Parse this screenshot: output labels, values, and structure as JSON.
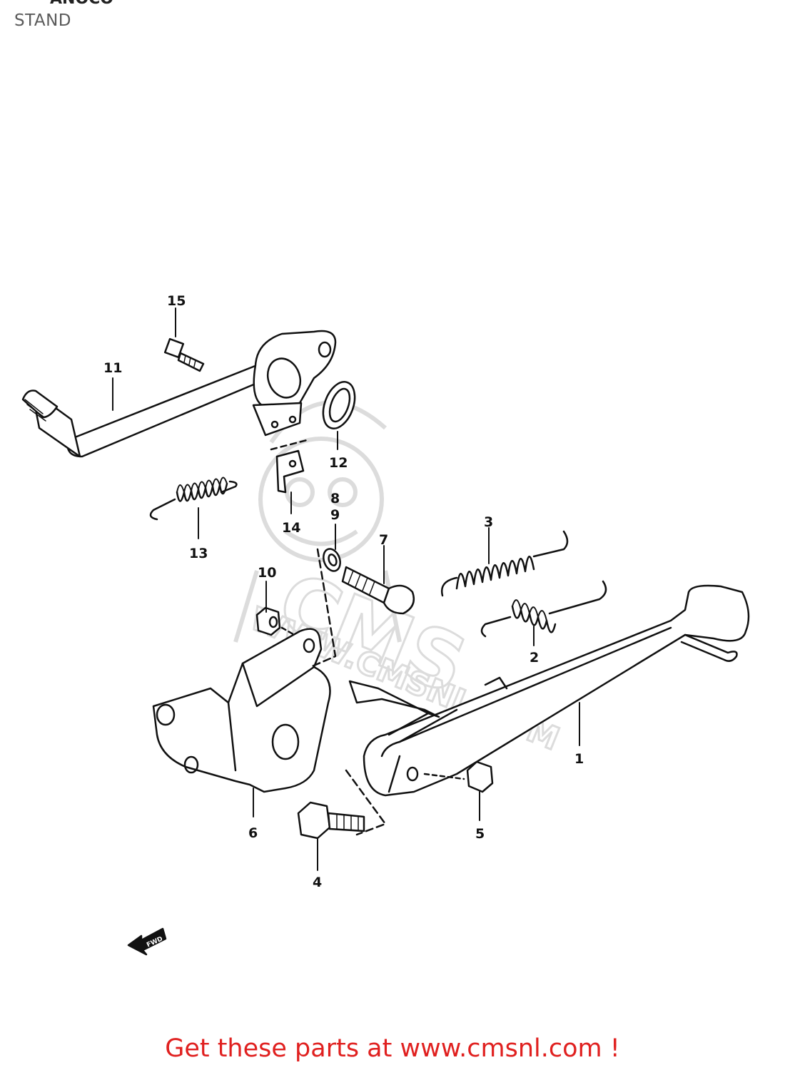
{
  "header": {
    "title": "STAND",
    "cut_off_title": "ANOCO"
  },
  "diagram": {
    "part_callouts": [
      {
        "id": "1",
        "part": "stand"
      },
      {
        "id": "2",
        "part": "spring"
      },
      {
        "id": "3",
        "part": "spring"
      },
      {
        "id": "4",
        "part": "bolt"
      },
      {
        "id": "5",
        "part": "nut"
      },
      {
        "id": "6",
        "part": "bracket"
      },
      {
        "id": "7",
        "part": "bolt"
      },
      {
        "id": "8",
        "part": "washer"
      },
      {
        "id": "9",
        "part": "washer"
      },
      {
        "id": "10",
        "part": "nut"
      },
      {
        "id": "11",
        "part": "kick-lever"
      },
      {
        "id": "12",
        "part": "washer"
      },
      {
        "id": "13",
        "part": "spring"
      },
      {
        "id": "14",
        "part": "clip"
      },
      {
        "id": "15",
        "part": "bolt"
      }
    ],
    "direction_marker": "FWD",
    "watermark": {
      "logo": "CMS",
      "text": "WWW.CMSNL.COM"
    }
  },
  "footer": {
    "cta_text": "Get these parts at www.cmsnl.com !",
    "cta_color": "#e0201f"
  },
  "colors": {
    "line_art": "#111111",
    "title_gray": "#5a5a5a",
    "watermark_gray": "#dcdcdc"
  }
}
